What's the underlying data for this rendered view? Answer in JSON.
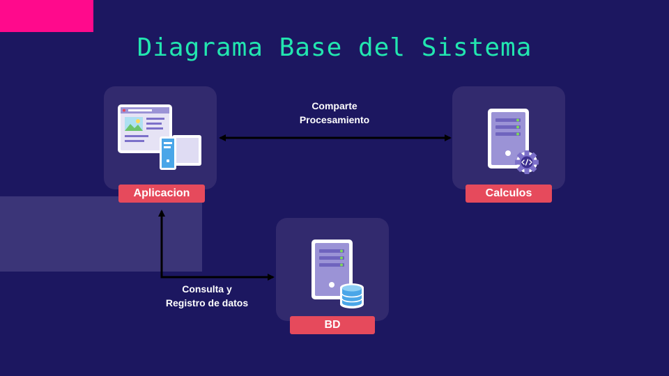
{
  "title": "Diagrama Base del Sistema",
  "colors": {
    "background": "#1c1760",
    "title": "#22e6b0",
    "accent": "#ff0a8c",
    "node_card": "#322a6e",
    "node_label": "#e64a5c",
    "connector": "#000000"
  },
  "nodes": {
    "app": {
      "label": "Aplicacion",
      "icon": "web-app-devices-icon"
    },
    "calc": {
      "label": "Calculos",
      "icon": "server-gear-icon"
    },
    "db": {
      "label": "BD",
      "icon": "server-database-icon"
    }
  },
  "edges": {
    "app_calc": {
      "line1": "Comparte",
      "line2": "Procesamiento"
    },
    "app_db": {
      "line1": "Consulta y",
      "line2": "Registro de datos"
    }
  }
}
